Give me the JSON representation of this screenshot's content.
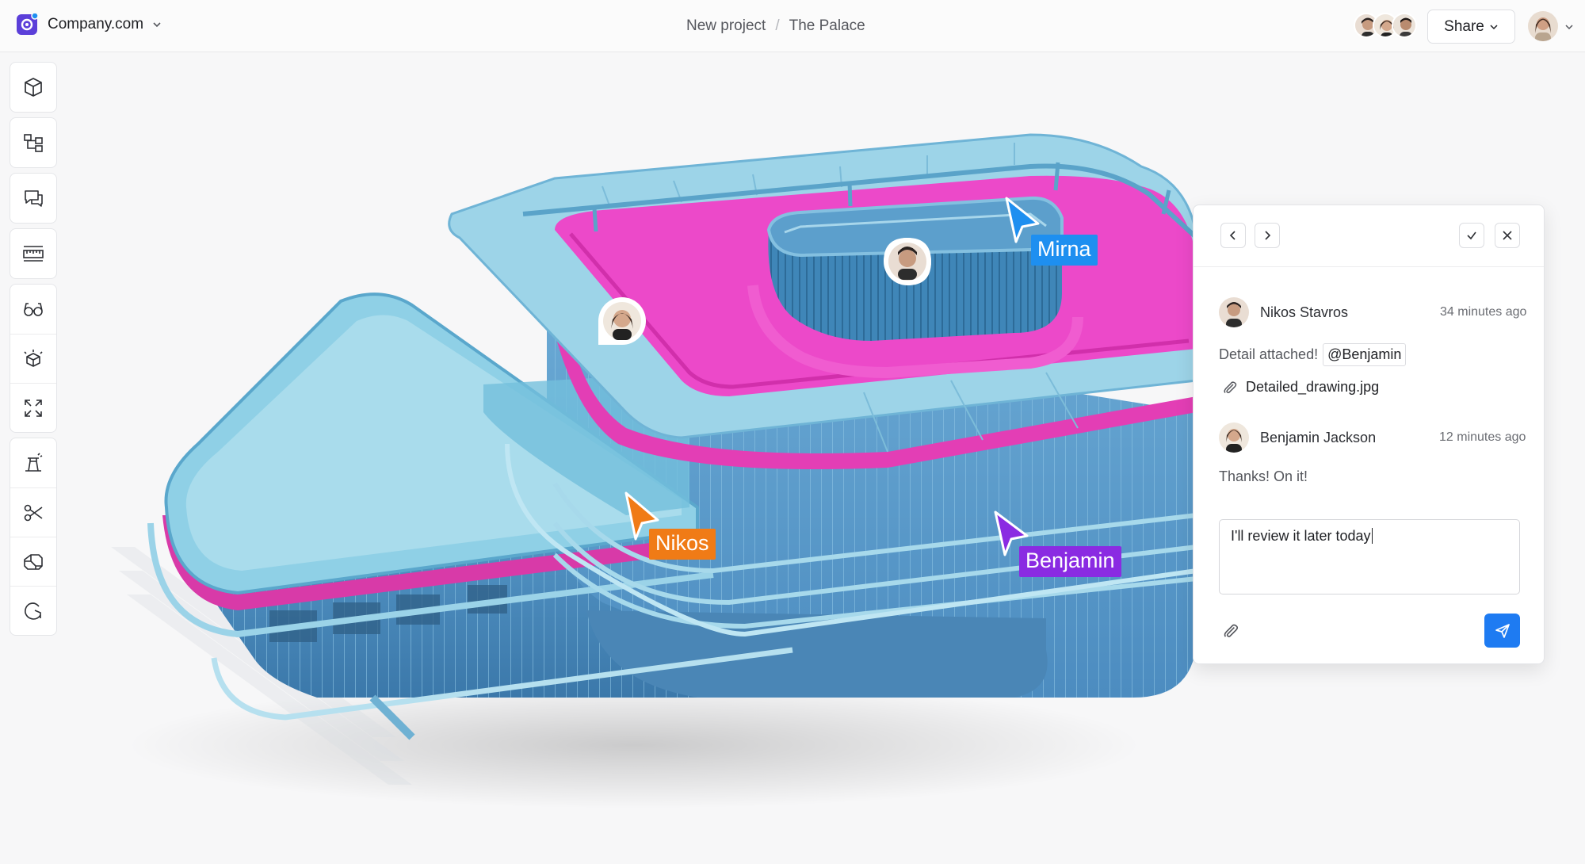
{
  "brand": {
    "name": "Company.com",
    "accent": "#5b3fd9"
  },
  "breadcrumb": {
    "project": "New project",
    "separator": "/",
    "page": "The Palace"
  },
  "header": {
    "share_label": "Share"
  },
  "toolbar": {
    "tools": [
      "cube-icon",
      "hierarchy-icon",
      "comments-icon",
      "ruler-icon",
      "glasses-icon",
      "explode-icon",
      "fullscreen-icon",
      "lighting-icon",
      "scissors-icon",
      "section-box-icon",
      "rotate-icon"
    ]
  },
  "cursors": [
    {
      "name": "Mirna",
      "color": "#1e8ff0"
    },
    {
      "name": "Nikos",
      "color": "#f07b16"
    },
    {
      "name": "Benjamin",
      "color": "#8a2be2"
    }
  ],
  "comment_panel": {
    "comments": [
      {
        "author": "Nikos Stavros",
        "time": "34 minutes ago",
        "text": "Detail attached!",
        "mention": "@Benjamin",
        "attachment": "Detailed_drawing.jpg"
      },
      {
        "author": "Benjamin Jackson",
        "time": "12 minutes ago",
        "text": "Thanks! On it!"
      }
    ],
    "reply_value": "I'll review it later today",
    "send_color": "#1e7bf2"
  },
  "colors": {
    "roof_pink": "#ea3fc6",
    "glass_light": "#a9dcec",
    "glass_dark": "#3f86b8"
  }
}
